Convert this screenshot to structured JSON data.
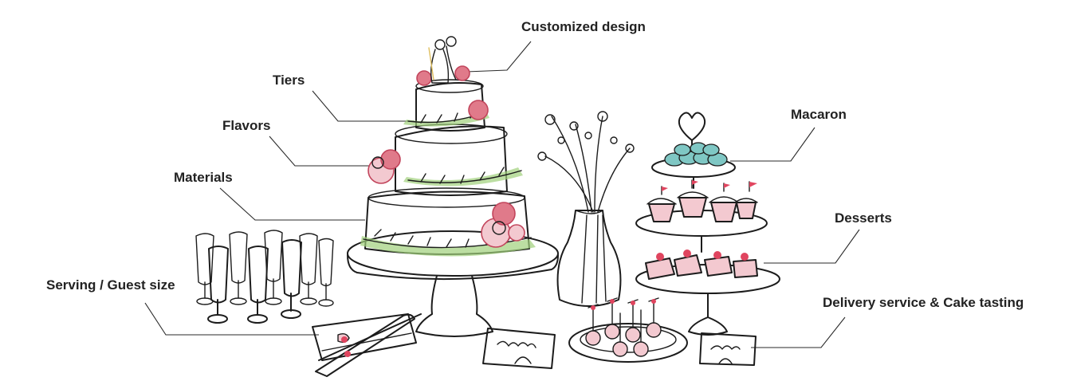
{
  "labels": {
    "customized_design": "Customized design",
    "tiers": "Tiers",
    "flavors": "Flavors",
    "materials": "Materials",
    "serving": "Serving / Guest size",
    "macaron": "Macaron",
    "desserts": "Desserts",
    "delivery": "Delivery service & Cake tasting"
  },
  "colors": {
    "ink": "#1c1c1c",
    "rose": "#e07a8a",
    "rose_dark": "#c2455c",
    "leaf": "#5aa84a",
    "leaf_light": "#9fd07a",
    "macaron": "#7fc7c4",
    "blush": "#f3c9d0",
    "flag": "#e0455f"
  },
  "icons": {
    "cake": "tiered-wedding-cake-illustration",
    "glasses": "champagne-flutes-illustration",
    "vase": "flower-vase-illustration",
    "stand": "dessert-stand-illustration",
    "cakepops": "cake-pops-plate-illustration",
    "napkin": "napkin-cutlery-illustration",
    "card": "place-card-illustration"
  }
}
